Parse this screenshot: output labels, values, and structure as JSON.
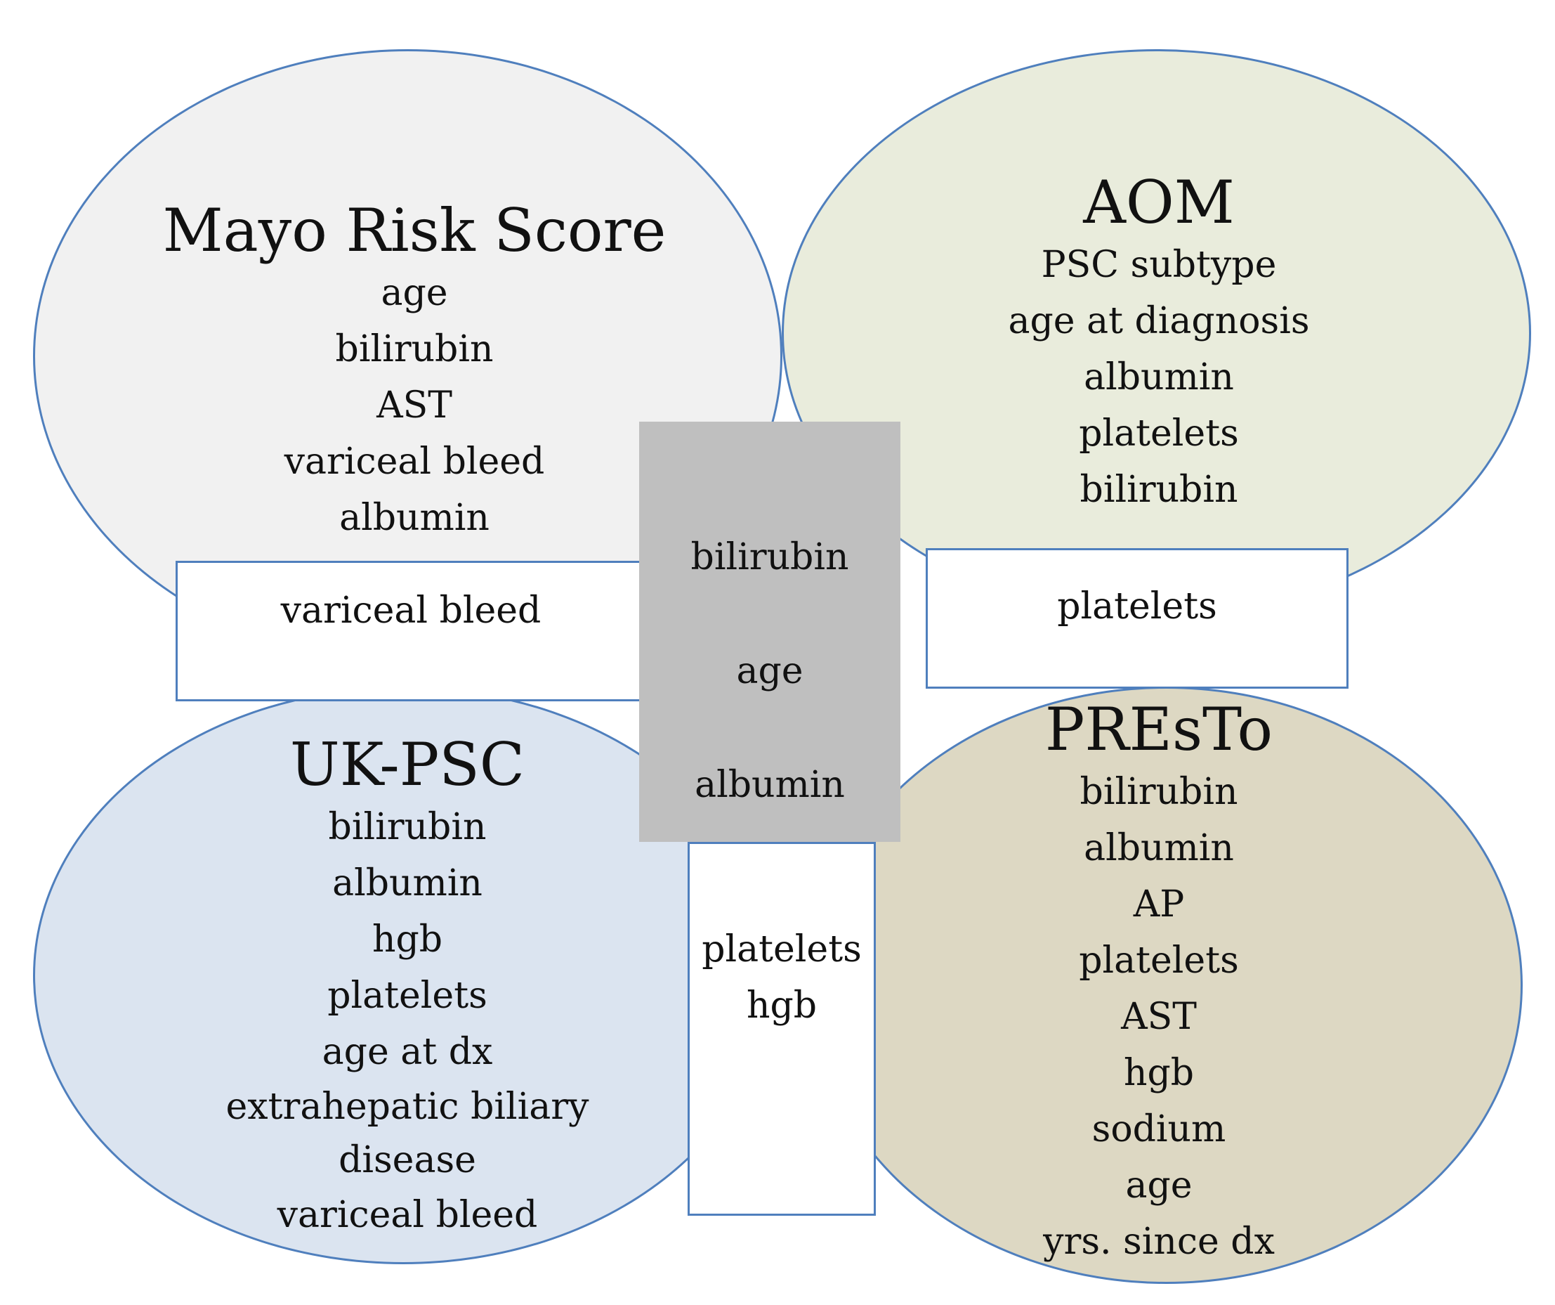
{
  "mayo": {
    "title": "Mayo Risk Score",
    "items": [
      "age",
      "bilirubin",
      "AST",
      "variceal bleed",
      "albumin"
    ]
  },
  "aom": {
    "title": "AOM",
    "items": [
      "PSC subtype",
      "age at diagnosis",
      "albumin",
      "platelets",
      "bilirubin"
    ]
  },
  "uk_psc": {
    "title": "UK-PSC",
    "items": [
      "bilirubin",
      "albumin",
      "hgb",
      "platelets",
      "age at dx",
      "extrahepatic biliary disease",
      "variceal bleed"
    ]
  },
  "presto": {
    "title": "PREsTo",
    "items": [
      "bilirubin",
      "albumin",
      "AP",
      "platelets",
      "AST",
      "hgb",
      "sodium",
      "age",
      "yrs. since dx"
    ]
  },
  "shared": {
    "mayo_uk": [
      "variceal bleed"
    ],
    "aom_presto": [
      "platelets"
    ],
    "uk_presto": [
      "platelets",
      "hgb"
    ],
    "all": [
      "bilirubin",
      "age",
      "albumin"
    ]
  },
  "colors": {
    "outline": "#4f7fbd",
    "mayo_fill": "#f1f1f1",
    "aom_fill": "#e9ecdc",
    "uk_fill": "#dbe4f0",
    "presto_fill": "#ddd8c3",
    "center_fill": "#bfbfbf"
  }
}
